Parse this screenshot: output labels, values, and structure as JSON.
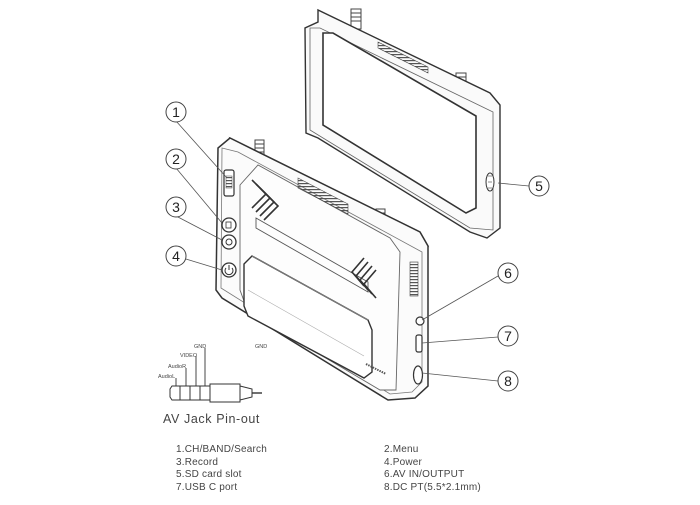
{
  "diagram": {
    "callouts": [
      "1",
      "2",
      "3",
      "4",
      "5",
      "6",
      "7",
      "8"
    ],
    "pinout": {
      "title": "AV Jack Pin-out",
      "pins": [
        "AudioL",
        "AudioR",
        "VIDEO",
        "GND"
      ],
      "stray_label": "GND"
    },
    "legend_left": [
      "1.CH/BAND/Search",
      "3.Record",
      "5.SD card slot",
      "7.USB C port"
    ],
    "legend_right": [
      "2.Menu",
      "4.Power",
      "6.AV IN/OUTPUT",
      "8.DC PT(5.5*2.1mm)"
    ]
  }
}
